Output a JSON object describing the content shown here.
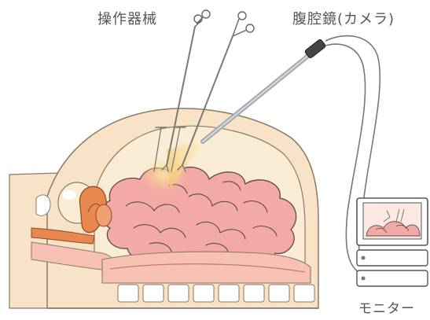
{
  "labels": {
    "instruments": "操作器械",
    "laparoscope": "腹腔鏡(カメラ)",
    "monitor": "モニター"
  },
  "colors": {
    "skin": "#f8e3c6",
    "skin_outline": "#8a7a66",
    "organ": "#f3aaa6",
    "organ_outline": "#5a4a44",
    "uterus": "#e9884e",
    "muscle": "#f7c0b4",
    "bone": "#ffffff",
    "light": "#f9d77e",
    "instrument": "#7a7a7a",
    "monitor_screen": "#f3aaa6"
  },
  "icons": {
    "scissors": "scissors-icon",
    "camera": "laparoscope-camera-icon",
    "monitor": "monitor-icon"
  }
}
